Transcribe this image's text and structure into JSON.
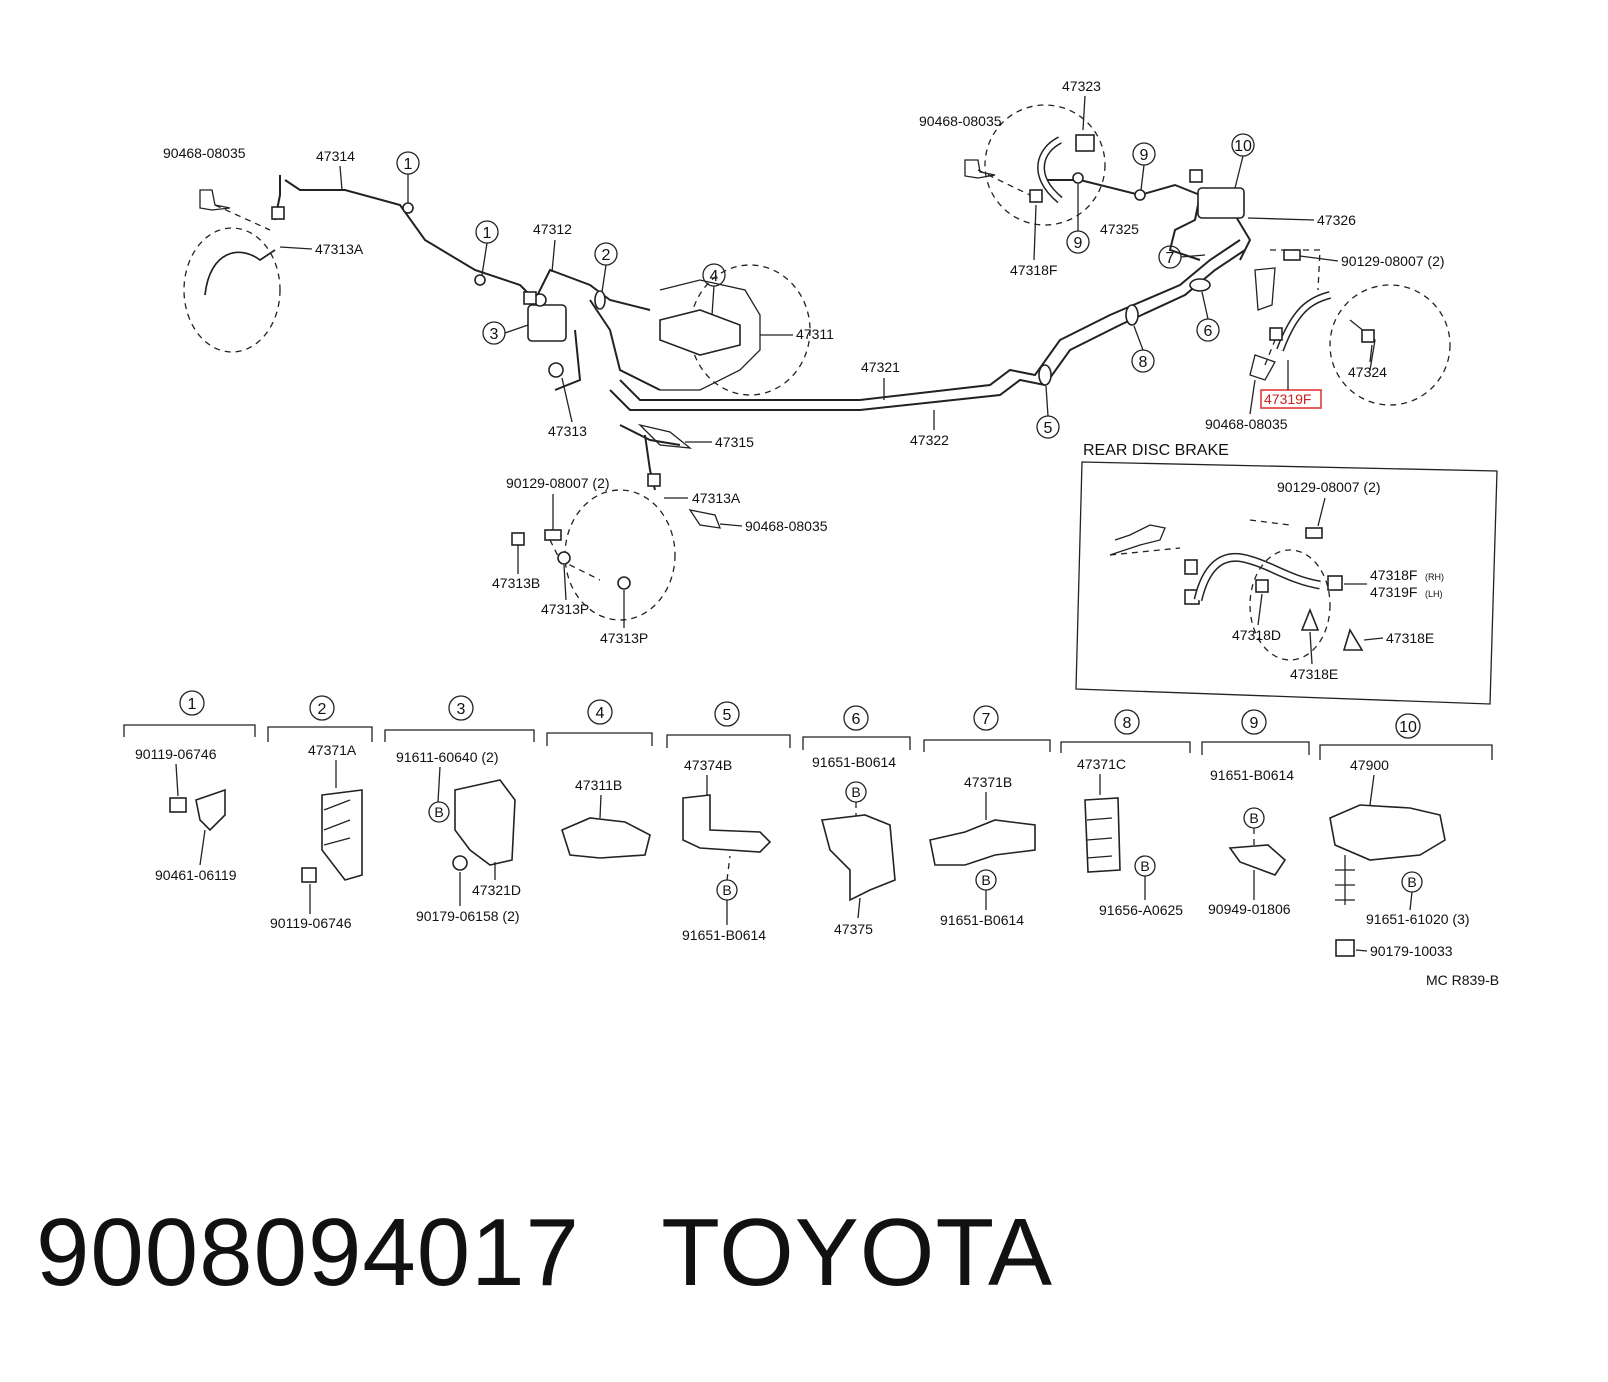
{
  "diagram_code": "MC R839-B",
  "section_title": "REAR DISC BRAKE",
  "highlight_color": "#e23b3b",
  "footer": {
    "part_number": "9008094017",
    "brand": "TOYOTA"
  },
  "callouts": [
    "1",
    "2",
    "3",
    "4",
    "5",
    "6",
    "7",
    "8",
    "9",
    "10"
  ],
  "bolt_marker": "B",
  "main_labels": {
    "a1": "90468-08035",
    "a2": "47314",
    "a3": "47313A",
    "a4": "47312",
    "a5": "47311",
    "a6": "47313",
    "a7": "47321",
    "a8": "47322",
    "a9": "47315",
    "a10": "47313A",
    "a11": "90468-08035",
    "a12": "90129-08007 (2)",
    "a13": "47313B",
    "a14": "47313P",
    "a15": "47313P",
    "b1": "47323",
    "b2": "90468-08035",
    "b3": "47325",
    "b4": "47318F",
    "b5": "47326",
    "b6": "90129-08007 (2)",
    "b7": "47324",
    "b8": "47319F",
    "b9": "90468-08035"
  },
  "detail_labels": {
    "d1": "90129-08007 (2)",
    "d2": "47318F",
    "d3": "(RH)",
    "d4": "47319F",
    "d5": "(LH)",
    "d6": "47318D",
    "d7": "47318E",
    "d8": "47318E"
  },
  "sub_labels": {
    "s1a": "90119-06746",
    "s1b": "90461-06119",
    "s2a": "47371A",
    "s2b": "90119-06746",
    "s3a": "91611-60640 (2)",
    "s3b": "47321D",
    "s3c": "90179-06158 (2)",
    "s4a": "47311B",
    "s5a": "47374B",
    "s5b": "91651-B0614",
    "s6a": "91651-B0614",
    "s6b": "47375",
    "s7a": "47371B",
    "s7b": "91651-B0614",
    "s8a": "47371C",
    "s8b": "91656-A0625",
    "s9a": "91651-B0614",
    "s9b": "90949-01806",
    "s10a": "47900",
    "s10b": "91651-61020 (3)",
    "s10c": "90179-10033"
  }
}
